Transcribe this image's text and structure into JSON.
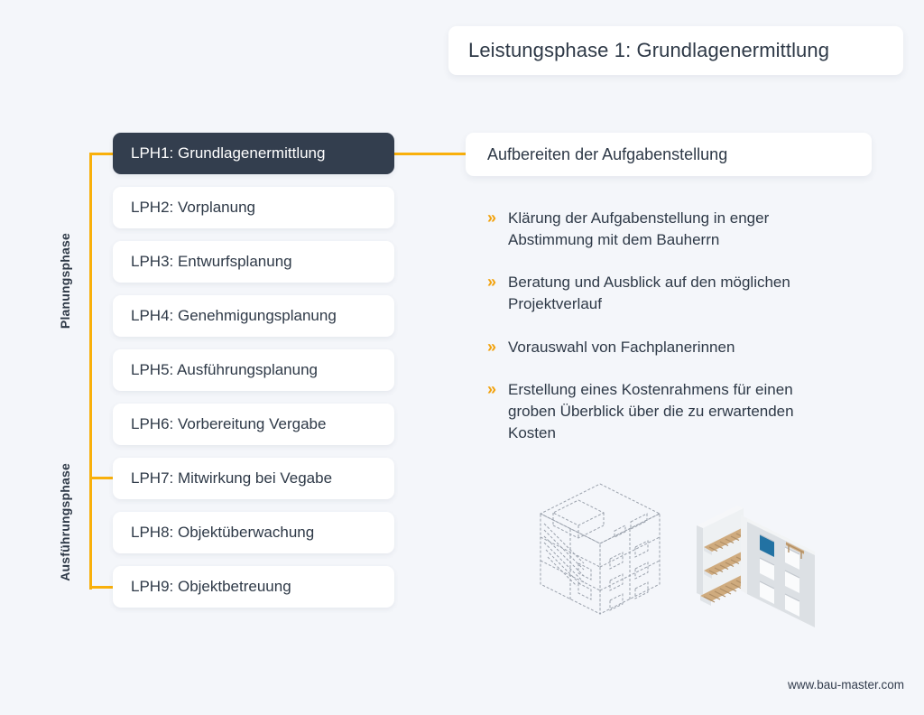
{
  "header": {
    "title": "Leistungsphase 1: Grundlagenermittlung"
  },
  "phase_list": {
    "groups": [
      {
        "label": "Planungsphase"
      },
      {
        "label": "Ausführungsphase"
      }
    ],
    "items": [
      {
        "label": "LPH1: Grundlagenermittlung",
        "active": true
      },
      {
        "label": "LPH2: Vorplanung",
        "active": false
      },
      {
        "label": "LPH3: Entwurfsplanung",
        "active": false
      },
      {
        "label": "LPH4: Genehmigungsplanung",
        "active": false
      },
      {
        "label": "LPH5: Ausführungsplanung",
        "active": false
      },
      {
        "label": "LPH6: Vorbereitung Vergabe",
        "active": false
      },
      {
        "label": "LPH7: Mitwirkung bei Vegabe",
        "active": false
      },
      {
        "label": "LPH8: Objektüberwachung",
        "active": false
      },
      {
        "label": "LPH9: Objektbetreuung",
        "active": false
      }
    ]
  },
  "detail": {
    "heading": "Aufbereiten der Aufgabenstellung",
    "bullet_marker": "»",
    "bullets": [
      "Klärung der Aufgabenstellung in enger Abstimmung mit dem Bauherrn",
      "Beratung und Ausblick auf den möglichen Projektverlauf",
      "Vorauswahl von Fachplanerinnen",
      "Erstellung eines Kostenrahmens für einen groben Überblick über die zu erwartenden Kosten"
    ]
  },
  "illustrations": [
    {
      "name": "blueprint-building"
    },
    {
      "name": "construction-building"
    }
  ],
  "footer": {
    "url": "www.bau-master.com"
  },
  "colors": {
    "background": "#f4f6fa",
    "accent_yellow": "#f9b00b",
    "bullet_yellow": "#f2a20d",
    "dark_navy": "#333e4e",
    "text": "#2e3947"
  }
}
